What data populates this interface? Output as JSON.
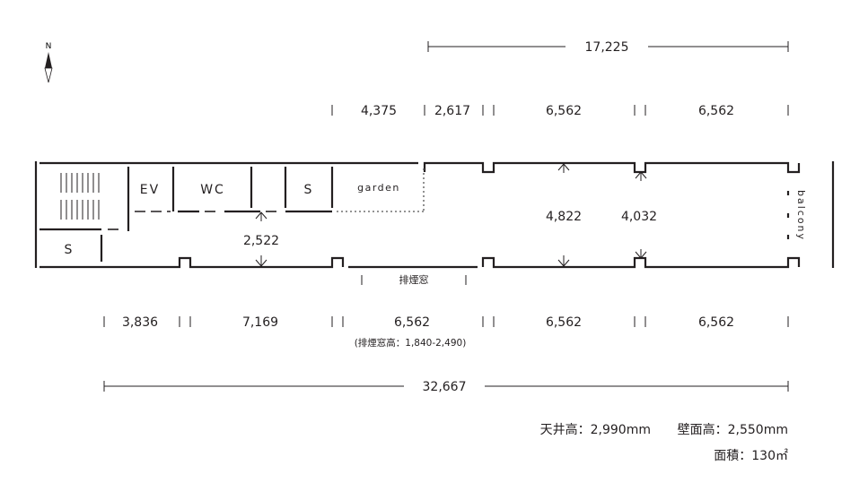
{
  "compass": {
    "north_label": "N"
  },
  "dimensions": {
    "top_total": "17,225",
    "top_segments": [
      "4,375",
      "2,617",
      "6,562",
      "6,562"
    ],
    "bottom_segments": [
      "3,836",
      "7,169",
      "6,562",
      "6,562",
      "6,562"
    ],
    "bottom_total": "32,667",
    "inner_heights": [
      "2,522",
      "4,822",
      "4,032"
    ],
    "smoke_window_height_note": "(排煙窓高：1,840-2,490)"
  },
  "rooms": {
    "ev": "EV",
    "wc": "WC",
    "storage_1": "S",
    "storage_2": "S",
    "garden": "garden",
    "balcony": "balcony",
    "smoke_window": "排煙窓"
  },
  "specs": {
    "ceiling_height": "天井高：2,990mm",
    "wall_height": "壁面高：2,550mm",
    "area": "面積：130㎡"
  }
}
